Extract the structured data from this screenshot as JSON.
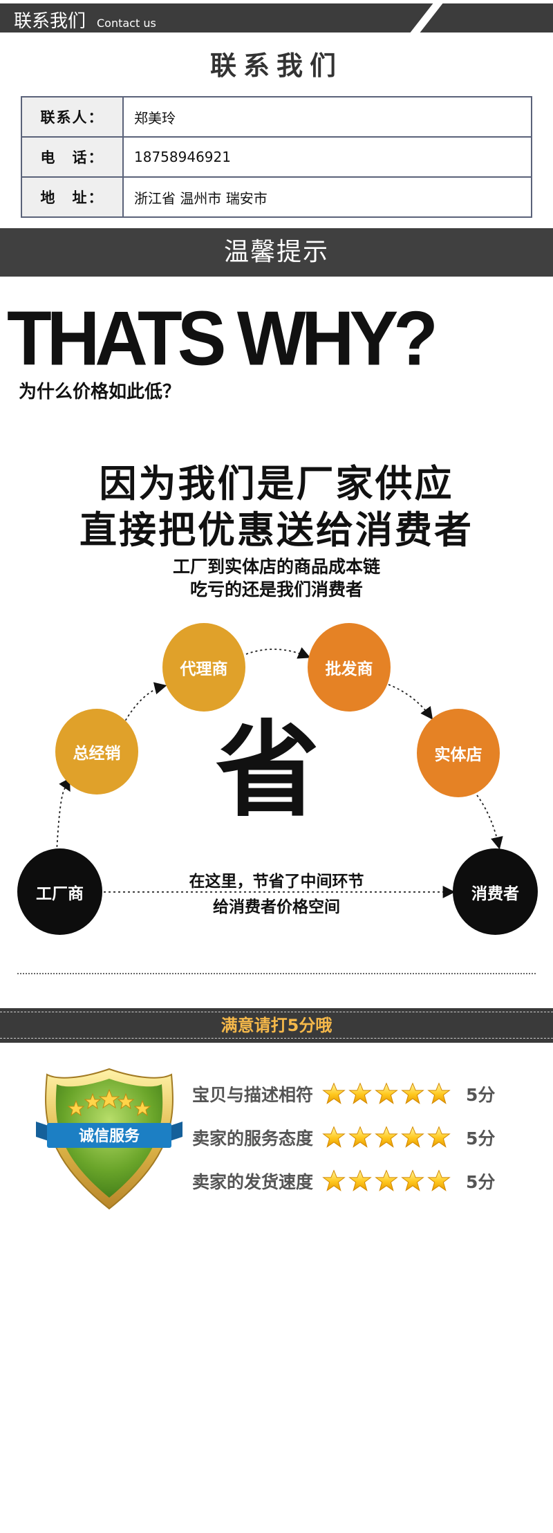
{
  "contact_header": {
    "title_cn": "联系我们",
    "title_en": "Contact us"
  },
  "contact_title": "联系我们",
  "contact_rows": [
    {
      "label": "联系人：",
      "value": "郑美玲"
    },
    {
      "label": "电　话：",
      "value": "18758946921"
    },
    {
      "label": "地　址：",
      "value": "浙江省 温州市 瑞安市"
    }
  ],
  "tips_title": "温馨提示",
  "why": {
    "headline": "THATS WHY?",
    "subtitle": "为什么价格如此低？",
    "reason_line1": "因为我们是厂家供应",
    "reason_line2": "直接把优惠送给消费者",
    "chain_line1": "工厂到实体店的商品成本链",
    "chain_line2": "吃亏的还是我们消费者"
  },
  "diagram": {
    "nodes": {
      "factory": "工厂商",
      "general_agent": "总经销",
      "agent": "代理商",
      "wholesaler": "批发商",
      "retailer": "实体店",
      "consumer": "消费者"
    },
    "center_char": "省",
    "caption_line1": "在这里，节省了中间环节",
    "caption_line2": "给消费者价格空间"
  },
  "rating_bar_title": "满意请打5分哦",
  "badge_text": "诚信服务",
  "ratings": [
    {
      "label": "宝贝与描述相符",
      "stars": 5,
      "score": "5分"
    },
    {
      "label": "卖家的服务态度",
      "stars": 5,
      "score": "5分"
    },
    {
      "label": "卖家的发货速度",
      "stars": 5,
      "score": "5分"
    }
  ],
  "colors": {
    "dark_bar": "#3c3c3c",
    "node_gold": "#e0a12a",
    "node_orange": "#e58225",
    "node_black": "#0d0d0d",
    "rating_text": "#f5b84a",
    "badge_green": "#6aa52a",
    "badge_ribbon": "#1c7fc4"
  }
}
